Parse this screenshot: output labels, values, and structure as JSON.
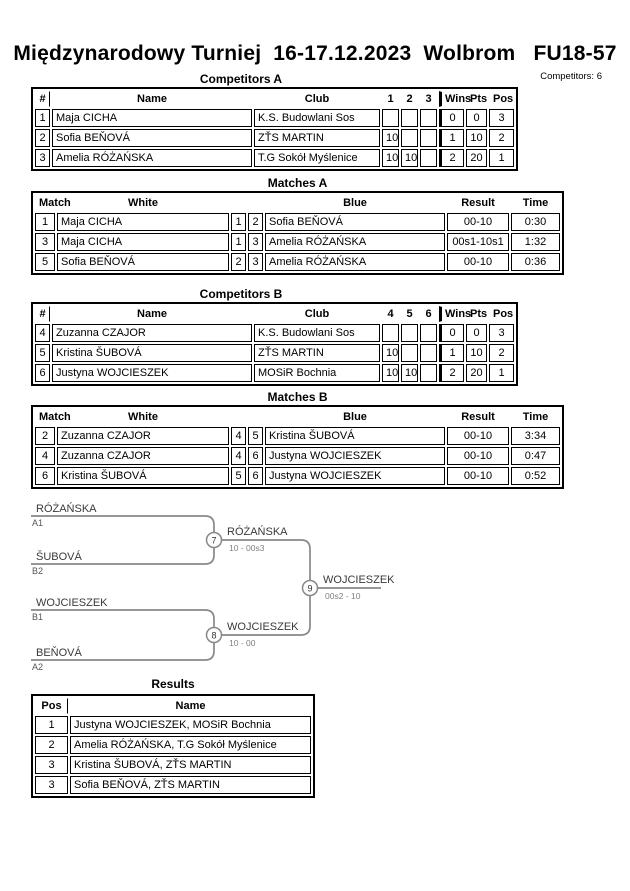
{
  "header": {
    "title": "Międzynarodowy Turniej  16-17.12.2023  Wolbrom   FU18-57",
    "competitors_count_label": "Competitors: 6"
  },
  "colors": {
    "table_border": "#000000",
    "bracket_line": "#888888",
    "text": "#000000"
  },
  "competitors_a": {
    "heading": "Competitors A",
    "columns": [
      "#",
      "Name",
      "Club",
      "1",
      "2",
      "3",
      "Wins",
      "Pts",
      "Pos"
    ],
    "rows": [
      {
        "num": "1",
        "name": "Maja CICHA",
        "club": "K.S. Budowlani Sos",
        "m1": "",
        "m2": "",
        "m3": "",
        "wins": "0",
        "pts": "0",
        "pos": "3"
      },
      {
        "num": "2",
        "name": "Sofia BEŇOVÁ",
        "club": "ZŤS MARTIN",
        "m1": "10",
        "m2": "",
        "m3": "",
        "wins": "1",
        "pts": "10",
        "pos": "2"
      },
      {
        "num": "3",
        "name": "Amelia RÓŻAŃSKA",
        "club": "T.G Sokół Myślenice",
        "m1": "10",
        "m2": "10",
        "m3": "",
        "wins": "2",
        "pts": "20",
        "pos": "1"
      }
    ]
  },
  "matches_a": {
    "heading": "Matches A",
    "columns": [
      "Match",
      "White",
      "Blue",
      "Result",
      "Time"
    ],
    "rows": [
      {
        "match": "1",
        "white": "Maja CICHA",
        "wnum": "1",
        "bnum": "2",
        "blue": "Sofia BEŇOVÁ",
        "result": "00-10",
        "time": "0:30"
      },
      {
        "match": "3",
        "white": "Maja CICHA",
        "wnum": "1",
        "bnum": "3",
        "blue": "Amelia RÓŻAŃSKA",
        "result": "00s1-10s1",
        "time": "1:32"
      },
      {
        "match": "5",
        "white": "Sofia BEŇOVÁ",
        "wnum": "2",
        "bnum": "3",
        "blue": "Amelia RÓŻAŃSKA",
        "result": "00-10",
        "time": "0:36"
      }
    ]
  },
  "competitors_b": {
    "heading": "Competitors B",
    "columns": [
      "#",
      "Name",
      "Club",
      "4",
      "5",
      "6",
      "Wins",
      "Pts",
      "Pos"
    ],
    "rows": [
      {
        "num": "4",
        "name": "Zuzanna CZAJOR",
        "club": "K.S. Budowlani Sos",
        "m1": "",
        "m2": "",
        "m3": "",
        "wins": "0",
        "pts": "0",
        "pos": "3"
      },
      {
        "num": "5",
        "name": "Kristina ŠUBOVÁ",
        "club": "ZŤS MARTIN",
        "m1": "10",
        "m2": "",
        "m3": "",
        "wins": "1",
        "pts": "10",
        "pos": "2"
      },
      {
        "num": "6",
        "name": "Justyna WOJCIESZEK",
        "club": "MOSiR Bochnia",
        "m1": "10",
        "m2": "10",
        "m3": "",
        "wins": "2",
        "pts": "20",
        "pos": "1"
      }
    ]
  },
  "matches_b": {
    "heading": "Matches B",
    "columns": [
      "Match",
      "White",
      "Blue",
      "Result",
      "Time"
    ],
    "rows": [
      {
        "match": "2",
        "white": "Zuzanna CZAJOR",
        "wnum": "4",
        "bnum": "5",
        "blue": "Kristina ŠUBOVÁ",
        "result": "00-10",
        "time": "3:34"
      },
      {
        "match": "4",
        "white": "Zuzanna CZAJOR",
        "wnum": "4",
        "bnum": "6",
        "blue": "Justyna WOJCIESZEK",
        "result": "00-10",
        "time": "0:47"
      },
      {
        "match": "6",
        "white": "Kristina ŠUBOVÁ",
        "wnum": "5",
        "bnum": "6",
        "blue": "Justyna WOJCIESZEK",
        "result": "00-10",
        "time": "0:52"
      }
    ]
  },
  "bracket": {
    "semi1": {
      "slot1_name": "RÓŻAŃSKA",
      "slot1_seed": "A1",
      "slot2_name": "ŠUBOVÁ",
      "slot2_seed": "B2",
      "match_no": "7",
      "winner": "RÓŻAŃSKA",
      "score": "10 - 00s3"
    },
    "semi2": {
      "slot1_name": "WOJCIESZEK",
      "slot1_seed": "B1",
      "slot2_name": "BEŇOVÁ",
      "slot2_seed": "A2",
      "match_no": "8",
      "winner": "WOJCIESZEK",
      "score": "10 - 00"
    },
    "final": {
      "match_no": "9",
      "winner": "WOJCIESZEK",
      "score": "00s2 - 10"
    }
  },
  "results": {
    "heading": "Results",
    "columns": [
      "Pos",
      "Name"
    ],
    "rows": [
      {
        "pos": "1",
        "name": "Justyna WOJCIESZEK, MOSiR Bochnia"
      },
      {
        "pos": "2",
        "name": "Amelia RÓŻAŃSKA, T.G Sokół Myślenice"
      },
      {
        "pos": "3",
        "name": "Kristina ŠUBOVÁ, ZŤS MARTIN"
      },
      {
        "pos": "3",
        "name": "Sofia BEŇOVÁ, ZŤS MARTIN"
      }
    ]
  }
}
